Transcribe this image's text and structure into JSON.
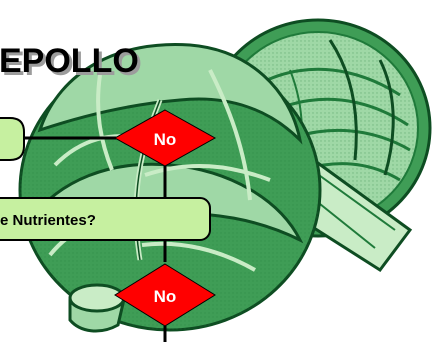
{
  "diagram": {
    "title": "EPOLLO",
    "question_box_2": "e Nutrientes?",
    "decision_1": "No",
    "decision_2": "No"
  },
  "colors": {
    "leaf_dark": "#1f7a3a",
    "leaf_mid": "#3f9d56",
    "leaf_light": "#9fd8a6",
    "leaf_pale": "#c9ecc6",
    "box_fill": "#c6f0a0",
    "diamond_fill": "#ff0000",
    "title_shadow": "#9c9c9c"
  }
}
